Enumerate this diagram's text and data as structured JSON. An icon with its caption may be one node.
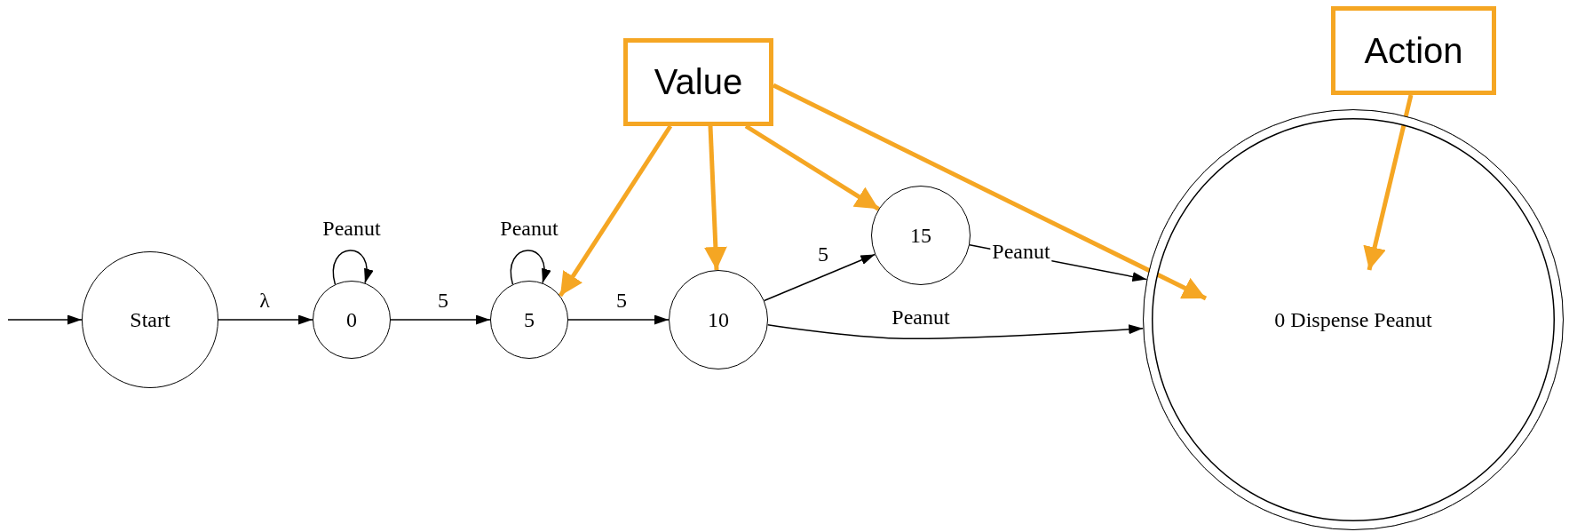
{
  "diagram": {
    "nodes": [
      {
        "text": [
          "Start"
        ]
      },
      {
        "text": [
          "0"
        ]
      },
      {
        "text": [
          "5"
        ]
      },
      {
        "text": [
          "10"
        ]
      },
      {
        "text": [
          "15"
        ]
      },
      {
        "text": [
          "0 Dispense Peanut"
        ]
      },
      {
        "text": [
          "Value"
        ]
      },
      {
        "text": [
          "Action"
        ]
      }
    ],
    "edges": [
      {
        "from": null,
        "to": 0,
        "arrow": "to"
      },
      {
        "from": 0,
        "to": 1,
        "arrow": "to",
        "label": "λ"
      },
      {
        "from": 1,
        "to": 1,
        "arrow": "to",
        "label": "Peanut"
      },
      {
        "from": 1,
        "to": 2,
        "arrow": "to",
        "label": "5"
      },
      {
        "from": 2,
        "to": 2,
        "arrow": "to",
        "label": "Peanut"
      },
      {
        "from": 2,
        "to": 3,
        "arrow": "to",
        "label": "5"
      },
      {
        "from": 3,
        "to": 4,
        "arrow": "to",
        "label": "5"
      },
      {
        "from": 4,
        "to": 5,
        "arrow": "to",
        "label": "Peanut"
      },
      {
        "from": 3,
        "to": 5,
        "arrow": "to",
        "label": "Peanut"
      },
      {
        "from": 6,
        "to": 2,
        "arrow": "to",
        "style": "thick",
        "color": "#f5a623"
      },
      {
        "from": 6,
        "to": 3,
        "arrow": "to",
        "style": "thick",
        "color": "#f5a623"
      },
      {
        "from": 6,
        "to": 4,
        "arrow": "to",
        "style": "thick",
        "color": "#f5a623"
      },
      {
        "from": 6,
        "to": 5,
        "arrow": "to",
        "style": "thick",
        "color": "#f5a623"
      },
      {
        "from": 7,
        "to": 5,
        "arrow": "to",
        "style": "thick",
        "color": "#f5a623"
      }
    ]
  }
}
